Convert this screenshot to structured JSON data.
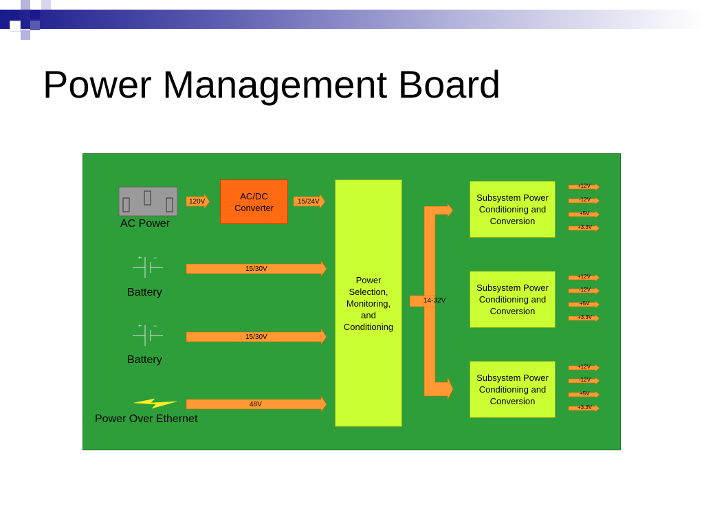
{
  "slide": {
    "title": "Power Management Board"
  },
  "colors": {
    "board": "#2e9e3a",
    "converter": "#ff6a13",
    "lime": "#ccff33",
    "arrow": "#ff9933",
    "header_dark": "#1a1a8c"
  },
  "sources": {
    "ac_label": "AC Power",
    "battery1_label": "Battery",
    "battery2_label": "Battery",
    "poe_label": "Power Over Ethernet",
    "battery_plus": "+",
    "battery_minus": "−"
  },
  "converter": {
    "label": "AC/DC Converter"
  },
  "lines": {
    "ac_in": "120V",
    "conv_out": "15/24V",
    "battery1": "15/30V",
    "battery2": "15/30V",
    "poe": "48V",
    "bus": "14-32V"
  },
  "central": {
    "label": "Power Selection, Monitoring, and Conditioning"
  },
  "subsystems": [
    {
      "label": "Subsystem Power Conditioning and Conversion",
      "outputs": [
        "+12V",
        "-12V",
        "+5V",
        "+3.3V"
      ]
    },
    {
      "label": "Subsystem Power Conditioning and Conversion",
      "outputs": [
        "+12V",
        "-12V",
        "+5V",
        "+3.3V"
      ]
    },
    {
      "label": "Subsystem Power Conditioning and Conversion",
      "outputs": [
        "+12V",
        "-12V",
        "+5V",
        "+3.3V"
      ]
    }
  ]
}
